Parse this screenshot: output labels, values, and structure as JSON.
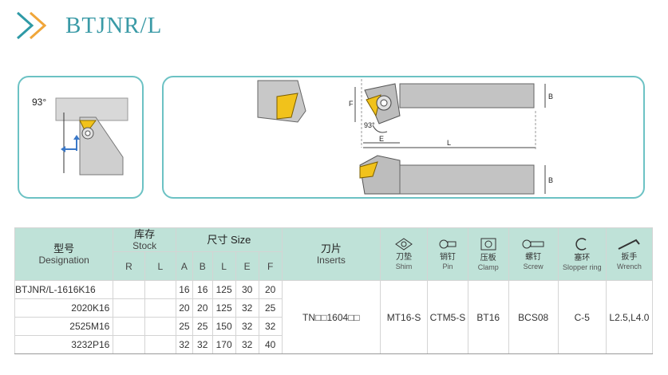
{
  "title": "BTJNR/L",
  "top_view": {
    "angle": "93°"
  },
  "dims": {
    "f": "F",
    "b": "B",
    "e": "E",
    "l": "L",
    "angle": "93°"
  },
  "table": {
    "head": {
      "model_cn": "型号",
      "model_en": "Designation",
      "stock_cn": "库存",
      "stock_en": "Stock",
      "r": "R",
      "l": "L",
      "size_label": "尺寸 Size",
      "cols": [
        "A",
        "B",
        "L",
        "E",
        "F"
      ],
      "insert_cn": "刀片",
      "insert_en": "Inserts",
      "shim_cn": "刀垫",
      "shim_en": "Shim",
      "pin_cn": "销钉",
      "pin_en": "Pin",
      "clamp_cn": "压板",
      "clamp_en": "Clamp",
      "screw_cn": "螺钉",
      "screw_en": "Screw",
      "ring_cn": "塞环",
      "ring_en": "Slopper ring",
      "wrench_cn": "扳手",
      "wrench_en": "Wrench"
    },
    "rows": [
      {
        "designation": "BTJNR/L-1616K16",
        "A": "16",
        "B": "16",
        "L": "125",
        "E": "30",
        "F": "20"
      },
      {
        "designation": "2020K16",
        "A": "20",
        "B": "20",
        "L": "125",
        "E": "32",
        "F": "25"
      },
      {
        "designation": "2525M16",
        "A": "25",
        "B": "25",
        "L": "150",
        "E": "32",
        "F": "32"
      },
      {
        "designation": "3232P16",
        "A": "32",
        "B": "32",
        "L": "170",
        "E": "32",
        "F": "40"
      }
    ],
    "parts": {
      "insert": "TN□□1604□□",
      "shim": "MT16-S",
      "pin": "CTM5-S",
      "clamp": "BT16",
      "screw": "BCS08",
      "ring": "C-5",
      "wrench": "L2.5,L4.0"
    }
  }
}
